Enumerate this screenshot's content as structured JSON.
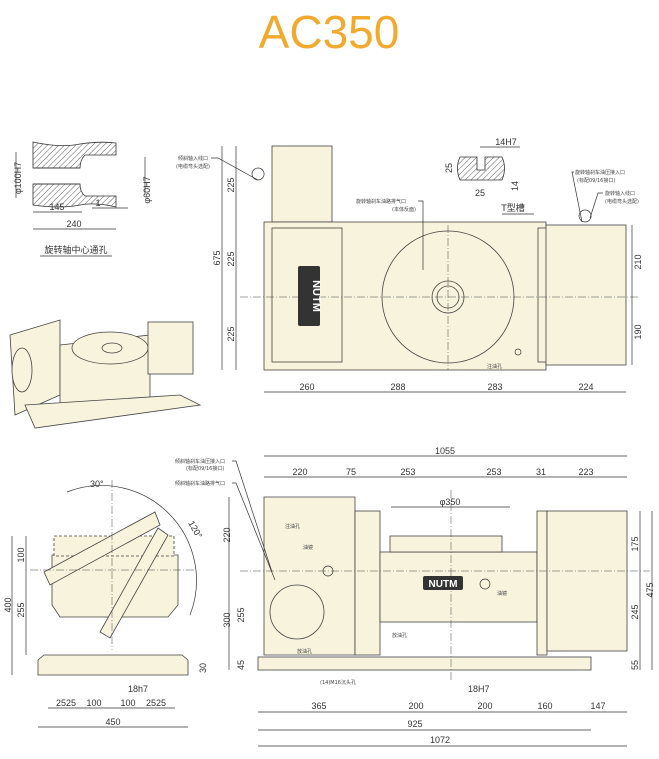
{
  "title": "AC350",
  "colors": {
    "title": "#f2aa2e",
    "body_fill": "#f7f3dc",
    "line": "#333333"
  },
  "bore_section": {
    "caption": "旋转轴中心通孔",
    "dims": {
      "outer_dia": "φ100H7",
      "inner_dia": "φ60H7",
      "step": "145",
      "length": "240",
      "gap": "1"
    }
  },
  "t_slot": {
    "caption": "T型槽",
    "width": "14H7",
    "height": "25",
    "bottom_width": "25",
    "depth": "14"
  },
  "top_view": {
    "labels": {
      "tilt_cable_in": "倾斜轴入线口",
      "tilt_cable_in_note": "(电缆弯头选配)",
      "rot_brake_vent": "旋转轴刹车油路排气口",
      "rot_brake_vent_note": "(本体反面)",
      "rot_brake_in": "旋转轴刹车油压接入口",
      "rot_brake_in_note": "(标配09/16接口)",
      "rot_cable_in": "旋转轴入线口",
      "rot_cable_in_note": "(电缆弯头选配)",
      "oil_fill": "注油孔"
    },
    "dims_left": [
      "225",
      "675",
      "225",
      "225"
    ],
    "dims_right": [
      "210",
      "190"
    ],
    "dims_bottom": [
      "260",
      "288",
      "283",
      "224"
    ],
    "logo": "NUTM"
  },
  "side_view": {
    "angles": [
      "30°",
      "120°"
    ],
    "dims_left": [
      "100",
      "400",
      "255"
    ],
    "dims_right": [
      "30"
    ],
    "slot": "18h7",
    "dims_bottom": [
      "25",
      "25",
      "100",
      "100",
      "25",
      "25"
    ],
    "total": "450"
  },
  "front_view": {
    "labels": {
      "tilt_brake_in": "倾斜轴刹车油压接入口",
      "tilt_brake_in_note": "(标配09/16接口)",
      "tilt_brake_vent": "倾斜轴刹车油路排气口",
      "oil_fill": "注油孔",
      "oil_glass_left": "油镜",
      "oil_glass_right": "油镜",
      "drain_1": "放油孔",
      "drain_2": "放油孔",
      "bolt_holes": "(14)M16沉头孔"
    },
    "dims_top": [
      "1055",
      "220",
      "75",
      "253",
      "253",
      "31",
      "223"
    ],
    "table_dia": "φ350",
    "dims_left": [
      "220",
      "300",
      "255",
      "45"
    ],
    "dims_right": [
      "175",
      "475",
      "245",
      "55"
    ],
    "slot": "18H7",
    "dims_bottom": [
      "365",
      "200",
      "200",
      "160",
      "147"
    ],
    "total_925": "925",
    "total_1072": "1072",
    "logo": "NUTM"
  }
}
